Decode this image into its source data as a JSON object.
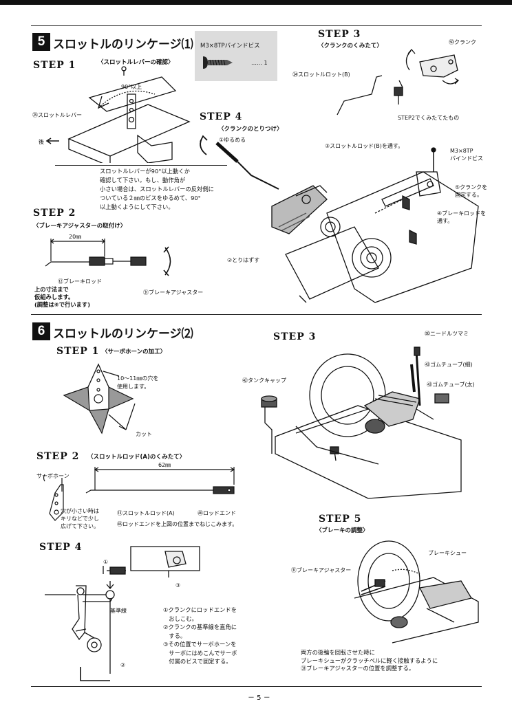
{
  "page_number": "－ 5 －",
  "section5": {
    "number": "5",
    "title": "スロットルのリンケージ⑴",
    "parts_box": {
      "spec": "M3×8TPバインドビス",
      "count": "…… 1"
    },
    "step1": {
      "label": "STEP 1",
      "subtitle": "〈スロットルレバーの確認〉",
      "angle_label": "90°以上",
      "lever_label": "㉕スロットルレバー",
      "rear_label": "後",
      "note": [
        "スロットルレバーが90°以上動くか",
        "確認して下さい。もし、動作角が",
        "小さい場合は、スロットルレバーの反対側に",
        "ついている２㎜のビスをゆるめて、90°",
        "以上動くようにして下さい。"
      ]
    },
    "step2": {
      "label": "STEP 2",
      "subtitle": "〈ブレーキアジャスターの取付け〉",
      "dimension": "20㎜",
      "rod_label": "⑫ブレーキロッド",
      "adjuster_label": "㉛ブレーキアジャスター",
      "note": [
        "上の寸法まで",
        "仮組みします。",
        "(調整は⑥で行います)"
      ]
    },
    "step3": {
      "label": "STEP 3",
      "subtitle": "〈クランクのくみたて〉",
      "crank_label": "㊿クランク",
      "rod_label": "㉔スロットルロット(B)",
      "step2_label": "STEP2でくみたてたもの"
    },
    "step4": {
      "label": "STEP 4",
      "subtitle": "〈クランクのとりつけ〉",
      "loosen_label": "①ゆるめる",
      "rod_b_label": "③スロットルロッド(B)を通す。",
      "screw_label": [
        "M3×8TP",
        "バインドビス"
      ],
      "crank_fix_label": [
        "⑤クランクを",
        "固定する。"
      ],
      "brake_rod_label": [
        "④ブレーキロッドを",
        "通す。"
      ],
      "remove_label": "②とりはずす"
    }
  },
  "section6": {
    "number": "6",
    "title": "スロットルのリンケージ⑵",
    "step1": {
      "label": "STEP 1",
      "subtitle": "〈サーボホーンの加工〉",
      "hole_note": [
        "10～11㎜の穴を",
        "使用します。"
      ],
      "cut_label": "カット"
    },
    "step2": {
      "label": "STEP 2",
      "subtitle": "〈スロットルロッド(A)のくみたて〉",
      "dimension": "62㎜",
      "servo_horn_label": "サーボホーン",
      "hole_note": [
        "穴が小さい時は",
        "キリなどで少し",
        "広げて下さい。"
      ],
      "rod_a_label": "⑬スロットルロッド(A)",
      "rod_end_label": "㊻ロッドエンド",
      "rod_end_note": "㊻ロッドエンドを上図の位置までねじこみます。"
    },
    "step3": {
      "label": "STEP 3",
      "needle_label": "㊿ニードルツマミ",
      "tube_thin_label": "㊸ゴムチューブ(細)",
      "tank_cap_label": "㊷タンクキャップ",
      "tube_thick_label": "㊸ゴムチューブ(太)"
    },
    "step4": {
      "label": "STEP 4",
      "mark1": "①",
      "mark2": "②",
      "mark3": "③",
      "baseline_label": "基準線",
      "note": [
        "①クランクにロッドエンドを",
        "　おしこむ。",
        "②クランクの基準線を直角に",
        "　する。",
        "③その位置でサーボホーンを",
        "　サーボにはめこんでサーボ",
        "　付属のビスで固定する。"
      ]
    },
    "step5": {
      "label": "STEP 5",
      "subtitle": "〈ブレーキの調整〉",
      "shoe_label": "ブレーキシュー",
      "adjuster_label": "㉛ブレーキアジャスター",
      "note": [
        "両方の後輪を回転させた時に",
        "ブレーキシューがクラッチベルに軽く接触するように",
        "㉛ブレーキアジャスターの位置を調整する。"
      ]
    }
  }
}
